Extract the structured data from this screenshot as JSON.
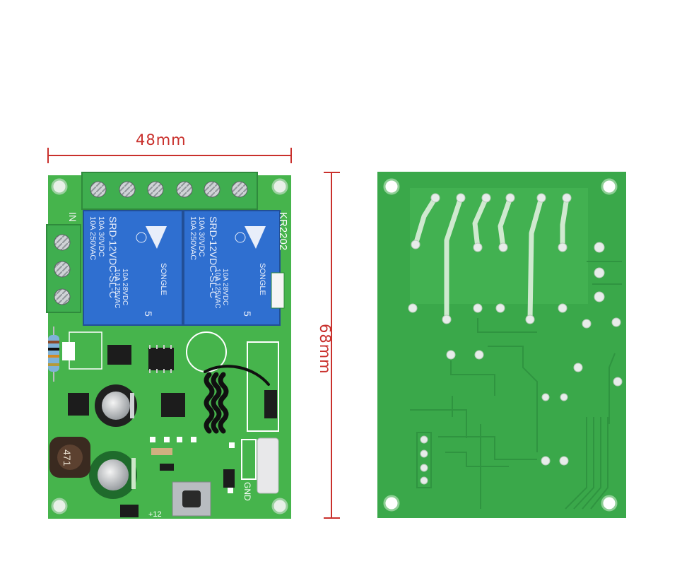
{
  "dimensions": {
    "width_label": "48mm",
    "height_label": "68mm",
    "line_color": "#c9302c"
  },
  "front_board": {
    "model_label": "KR2202",
    "relay_1": {
      "brand": "SONGLE",
      "lines": [
        "10A 250VAC",
        "10A 30VDC",
        "SRD-12VDC-SL-C"
      ],
      "lines_right": [
        "10A 125VAC",
        "10A 28VDC"
      ],
      "mark": "5"
    },
    "relay_2": {
      "brand": "SONGLE",
      "lines": [
        "10A 250VAC",
        "10A 30VDC",
        "SRD-12VDC-SL-C"
      ],
      "lines_right": [
        "10A 125VAC",
        "10A 28VDC"
      ],
      "mark": "5"
    },
    "inductor_label": "471",
    "pin_label_in": "IN",
    "pin_label_gnd": "GND",
    "pin_label_plus12": "+12",
    "board_color": "#46b44c",
    "relay_color": "#2f6fd0",
    "terminal_color": "#3fae4f"
  },
  "back_board": {
    "board_color": "#3aa84a"
  }
}
